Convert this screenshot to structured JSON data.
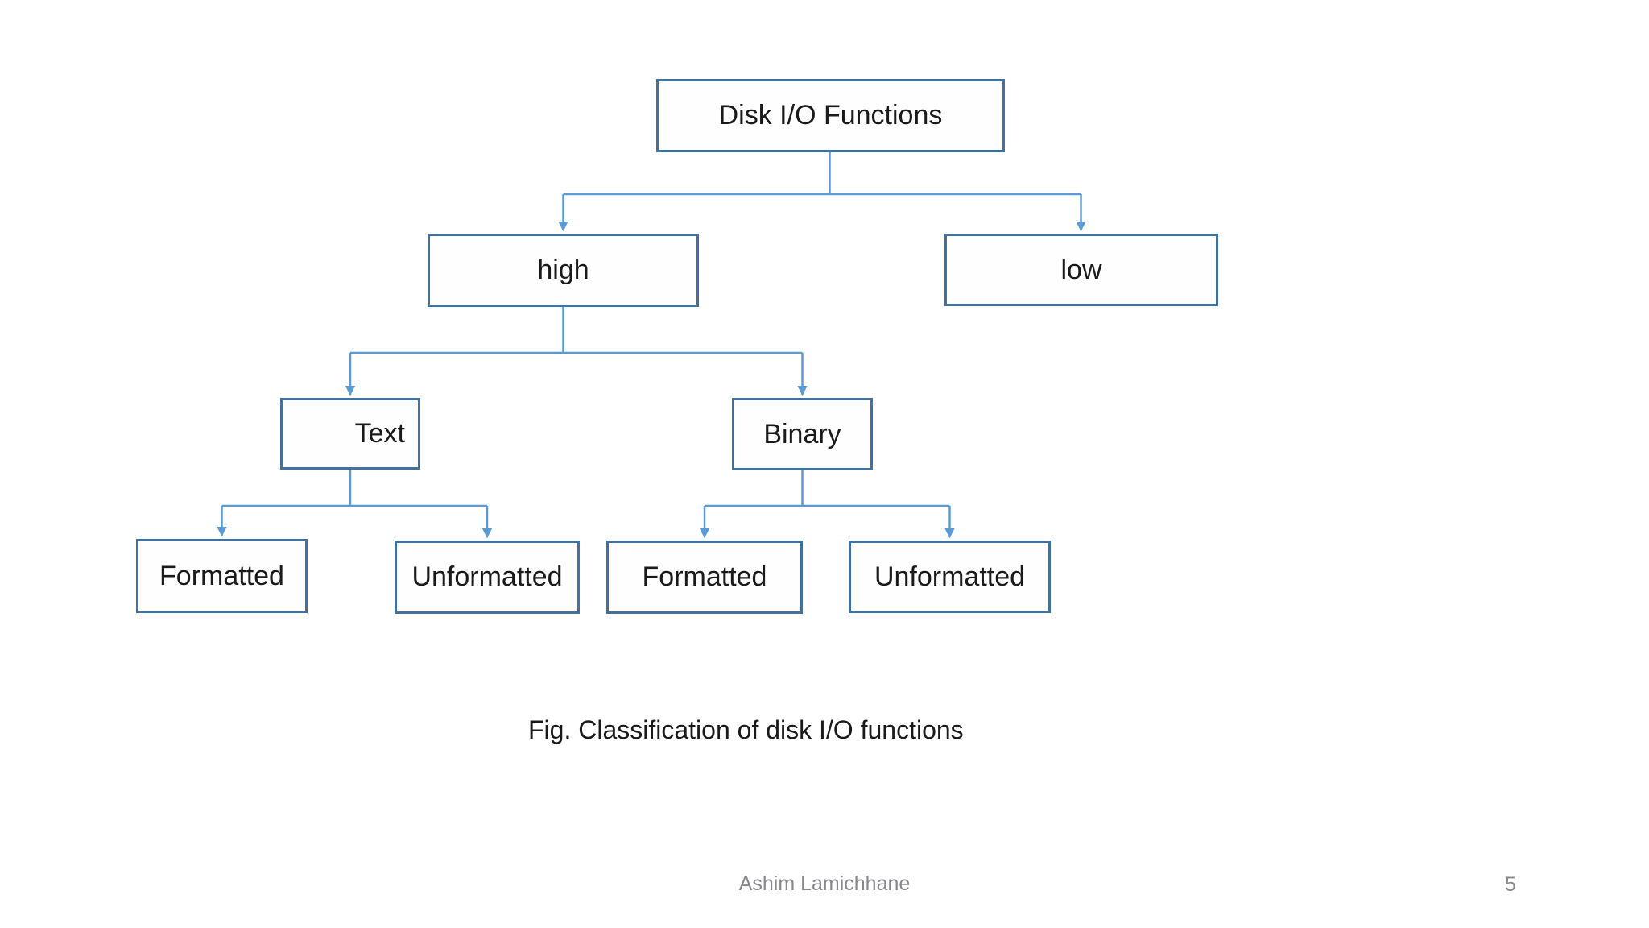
{
  "slide": {
    "diagram": {
      "nodes": {
        "root": {
          "label": "Disk I/O Functions"
        },
        "high": {
          "label": "high"
        },
        "low": {
          "label": "low"
        },
        "text": {
          "label": "Text"
        },
        "binary": {
          "label": "Binary"
        },
        "text_formatted": {
          "label": "Formatted"
        },
        "text_unformatted": {
          "label": "Unformatted"
        },
        "binary_formatted": {
          "label": "Formatted"
        },
        "binary_unformatted": {
          "label": "Unformatted"
        }
      }
    },
    "caption": "Fig. Classification of disk I/O functions",
    "footer": {
      "author": "Ashim Lamichhane",
      "page_number": "5"
    },
    "colors": {
      "slide_bg": "#ffffff",
      "box_border": "#41719C",
      "connector": "#5B9BD5",
      "text": "#1a1a1a",
      "footer_text": "#87878D"
    }
  }
}
